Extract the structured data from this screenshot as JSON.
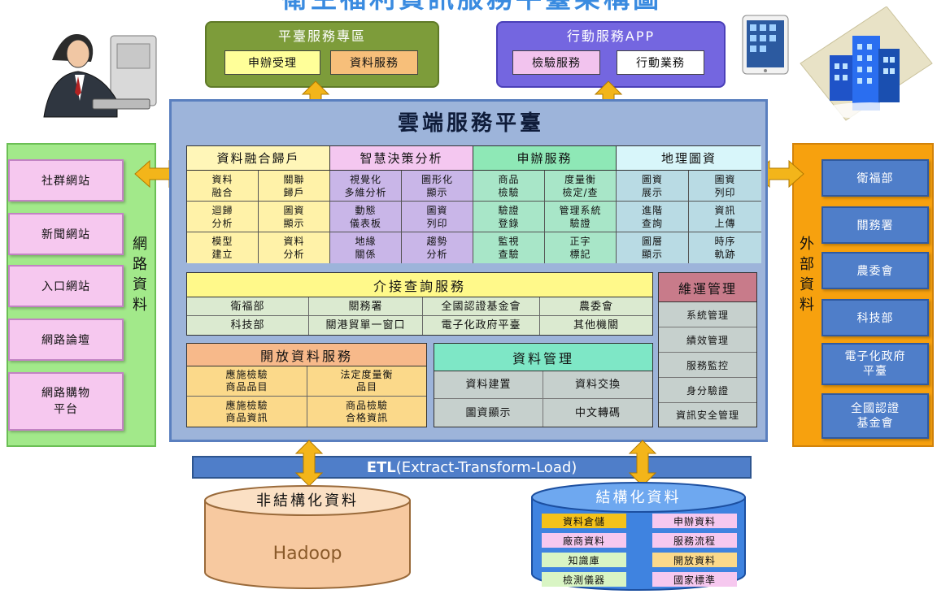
{
  "title": "衛生福利資訊服務平臺架構圖",
  "colors": {
    "platform_bg": "#9db4da",
    "green_module": "#7d9c3a",
    "purple_module": "#7466e0"
  },
  "top_modules": {
    "platform_zone": {
      "title": "平臺服務專區",
      "items": [
        "申辦受理",
        "資料服務"
      ]
    },
    "mobile_app": {
      "title": "行動服務APP",
      "items": [
        "檢驗服務",
        "行動業務"
      ]
    }
  },
  "cloud": {
    "title": "雲端服務平臺",
    "columns": [
      {
        "title": "資料融合歸戶",
        "cells": [
          [
            "資料\n融合",
            "關聯\n歸戶"
          ],
          [
            "迴歸\n分析",
            "圖資\n顯示"
          ],
          [
            "模型\n建立",
            "資料\n分析"
          ]
        ]
      },
      {
        "title": "智慧決策分析",
        "cells": [
          [
            "視覺化\n多維分析",
            "圖形化\n顯示"
          ],
          [
            "動態\n儀表板",
            "圖資\n列印"
          ],
          [
            "地緣\n關係",
            "趨勢\n分析"
          ]
        ]
      },
      {
        "title": "申辦服務",
        "cells": [
          [
            "商品\n檢驗",
            "度量衡\n檢定/查"
          ],
          [
            "驗證\n登錄",
            "管理系統\n驗證"
          ],
          [
            "監視\n查驗",
            "正字\n標記"
          ]
        ]
      },
      {
        "title": "地理圖資",
        "cells": [
          [
            "圖資\n展示",
            "圖資\n列印"
          ],
          [
            "進階\n查詢",
            "資訊\n上傳"
          ],
          [
            "圖層\n顯示",
            "時序\n軌跡"
          ]
        ]
      }
    ],
    "interface": {
      "title": "介接查詢服務",
      "rows": [
        [
          "衛福部",
          "關務署",
          "全國認證基金會",
          "農委會"
        ],
        [
          "科技部",
          "關港貿單一窗口",
          "電子化政府平臺",
          "其他機關"
        ]
      ]
    },
    "open_data": {
      "title": "開放資料服務",
      "cells": [
        [
          "應施檢驗\n商品品目",
          "法定度量衡\n品目"
        ],
        [
          "應施檢驗\n商品資訊",
          "商品檢驗\n合格資訊"
        ]
      ]
    },
    "data_mgmt": {
      "title": "資料管理",
      "cells": [
        [
          "資料建置",
          "資料交換"
        ],
        [
          "圖資顯示",
          "中文轉碼"
        ]
      ]
    },
    "ops_mgmt": {
      "title": "維運管理",
      "items": [
        "系統管理",
        "績效管理",
        "服務監控",
        "身分驗證",
        "資訊安全管理"
      ]
    }
  },
  "left": {
    "label": "網路資料",
    "items": [
      "社群網站",
      "新聞網站",
      "入口網站",
      "網路論壇",
      "網路購物\n平台"
    ]
  },
  "right": {
    "label": "外部資料",
    "items": [
      "衛福部",
      "關務署",
      "農委會",
      "科技部",
      "電子化政府\n平臺",
      "全國認證\n基金會"
    ]
  },
  "etl": {
    "bold": "ETL",
    "rest": "(Extract-Transform-Load)"
  },
  "unstructured": {
    "title": "非結構化資料",
    "content": "Hadoop"
  },
  "structured": {
    "title": "結構化資料",
    "items": [
      "資料倉儲",
      "申辦資料",
      "廠商資料",
      "服務流程",
      "知識庫",
      "開放資料",
      "檢測儀器",
      "國家標準"
    ]
  }
}
